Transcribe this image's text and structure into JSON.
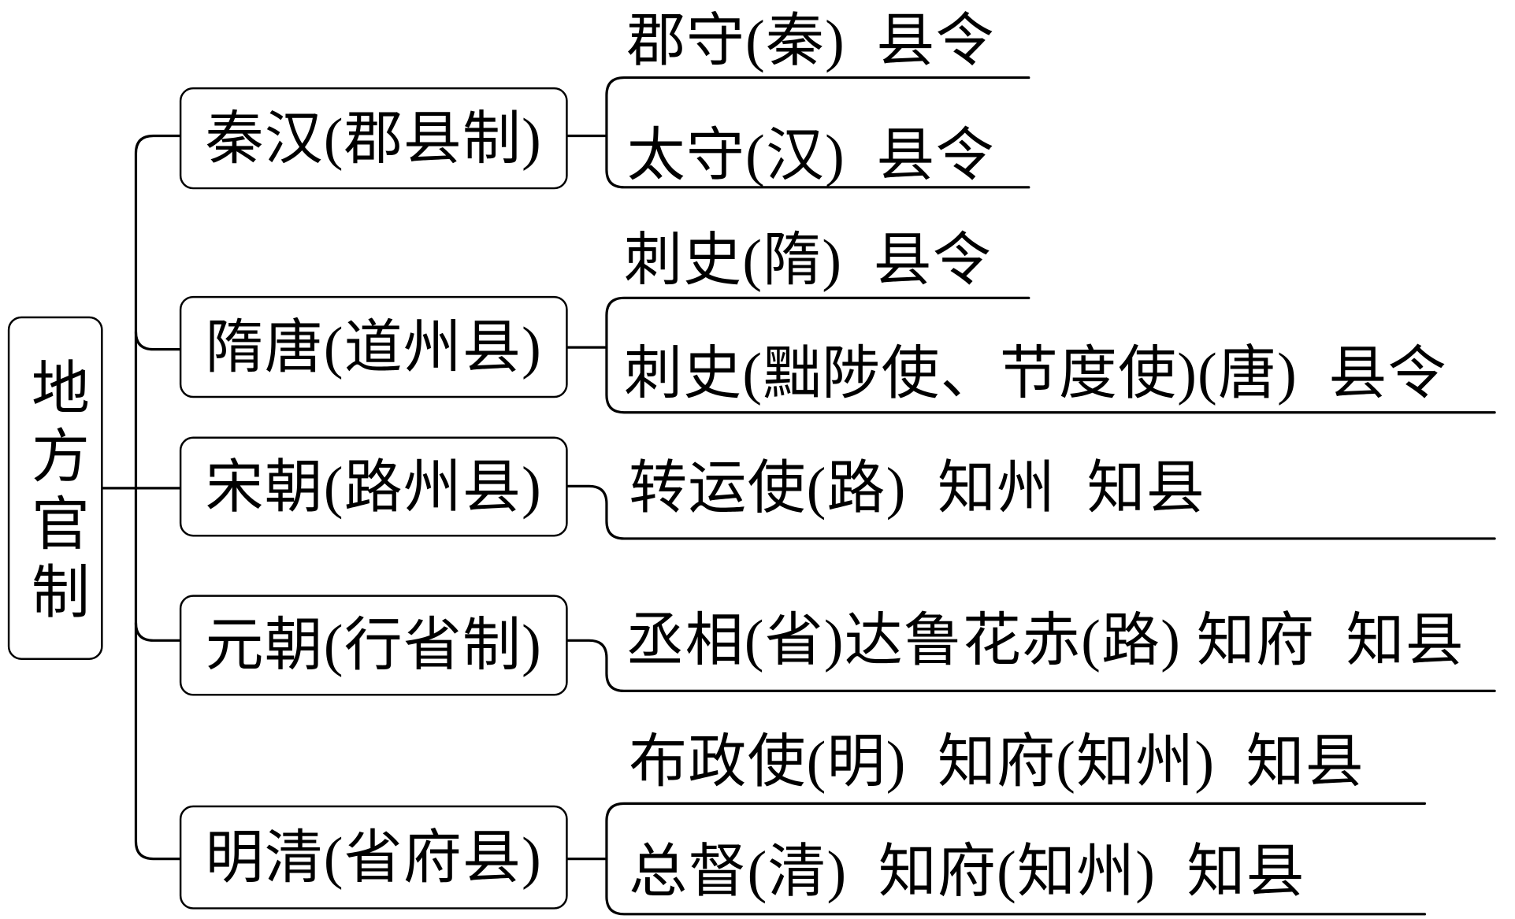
{
  "root": {
    "label": "地方官制"
  },
  "branches": [
    {
      "label": "秦汉(郡县制)",
      "officials": [
        "郡守(秦)  县令",
        "太守(汉)  县令"
      ]
    },
    {
      "label": "隋唐(道州县)",
      "officials": [
        "刺史(隋)  县令",
        "刺史(黜陟使、节度使)(唐)  县令"
      ]
    },
    {
      "label": "宋朝(路州县)",
      "officials": [
        "转运使(路)  知州  知县"
      ]
    },
    {
      "label": "元朝(行省制)",
      "officials": [
        "丞相(省)达鲁花赤(路) 知府  知县"
      ]
    },
    {
      "label": "明清(省府县)",
      "officials": [
        "布政使(明)  知府(知州)  知县",
        "总督(清)  知府(知州)  知县"
      ]
    }
  ],
  "colors": {
    "line": "#000000",
    "text": "#000000",
    "background": "#ffffff"
  }
}
